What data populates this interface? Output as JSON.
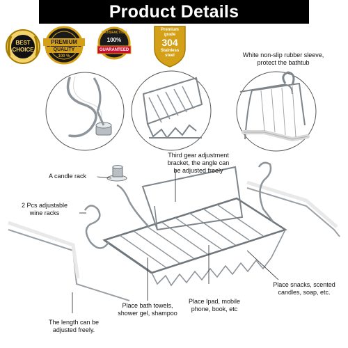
{
  "header": {
    "title": "Product Details"
  },
  "badges": {
    "best_choice": {
      "line1": "BEST",
      "line2": "CHOICE"
    },
    "premium_quality": {
      "line1": "PREMIUM",
      "line2": "QUALITY",
      "percent": "100 %"
    },
    "satisfaction": {
      "arc": "SATISFACTION",
      "percent": "100%",
      "ribbon": "GUARANTEED"
    },
    "steel": {
      "line1": "Premium",
      "line2": "grade",
      "number": "304",
      "line3": "Stainless",
      "line4": "steel"
    }
  },
  "annotations": {
    "rubber_sleeve": [
      "White non-slip rubber sleeve,",
      "protect the bathtub"
    ],
    "gear_bracket": [
      "Third gear adjustment",
      "bracket, the angle can",
      "be adjusted freely"
    ],
    "candle_rack": "A candle rack",
    "wine_racks": [
      "2 Pcs adjustable",
      "wine racks"
    ],
    "snacks": [
      "Place snacks, scented",
      "candles, soap, etc."
    ],
    "ipad": [
      "Place Ipad, mobile",
      "phone, book, etc"
    ],
    "towels": [
      "Place bath towels,",
      "shower gel, shampoo"
    ],
    "length": [
      "The length can be",
      "adjusted freely."
    ]
  },
  "colors": {
    "banner": "#000000",
    "gold": "#d4a017",
    "red": "#c8102e",
    "steel": "#9aa0a6"
  }
}
